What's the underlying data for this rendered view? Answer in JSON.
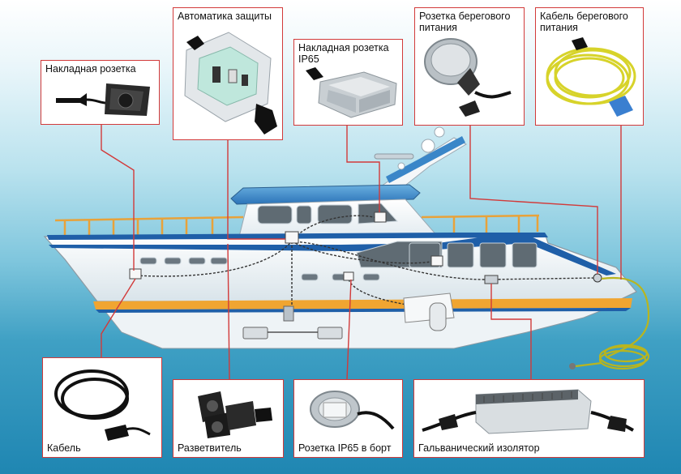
{
  "top_items": {
    "outlet_surface": "Накладная розетка",
    "breaker": "Автоматика защиты",
    "outlet_ip65": "Накладная розетка\nIP65",
    "shore_socket": "Розетка берегового\nпитания",
    "shore_cable": "Кабель берегового\nпитания"
  },
  "bottom_items": {
    "cable": "Кабель",
    "splitter": "Разветвитель",
    "socket_ip65_hull": "Розетка IP65 в борт",
    "isolator": "Гальванический изолятор"
  },
  "colors": {
    "connector_line": "#d23a3a",
    "card_border": "#d23a3a",
    "hull": "#ffffff",
    "hull_stripe_blue": "#1f5fa8",
    "hull_stripe_orange": "#f0a531",
    "cabin_blue": "#2f7fc4",
    "wire": "#333333",
    "shore_cable_color": "#d7d32a"
  }
}
